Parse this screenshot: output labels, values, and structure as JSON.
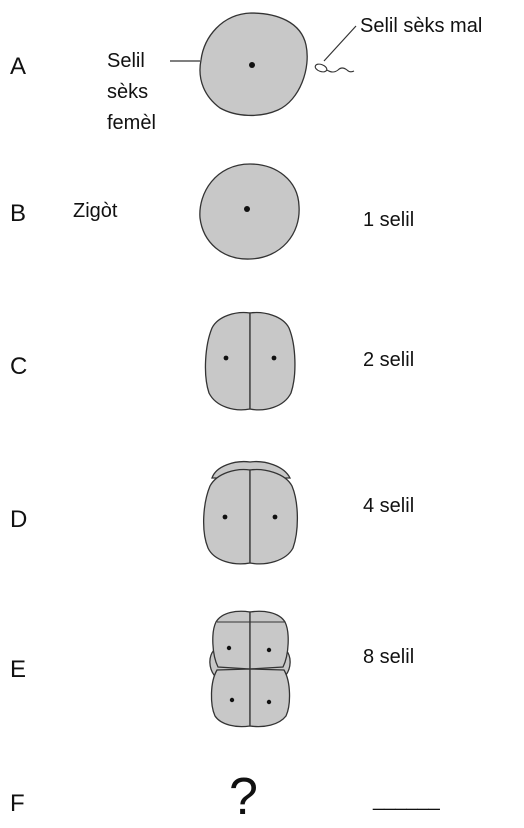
{
  "rows": [
    {
      "letter": "A"
    },
    {
      "letter": "B",
      "label": "Zigòt",
      "count": "1 selil"
    },
    {
      "letter": "C",
      "count": "2 selil"
    },
    {
      "letter": "D",
      "count": "4 selil"
    },
    {
      "letter": "E",
      "count": "8 selil"
    },
    {
      "letter": "F",
      "question": "?",
      "blank": "______"
    }
  ],
  "labels": {
    "female_cell_line1": "Selil",
    "female_cell_line2": "sèks",
    "female_cell_line3": "femèl",
    "male_cell": "Selil sèks mal"
  },
  "colors": {
    "cell_fill": "#c8c8c8",
    "outline": "#333333",
    "nucleus": "#111111"
  }
}
